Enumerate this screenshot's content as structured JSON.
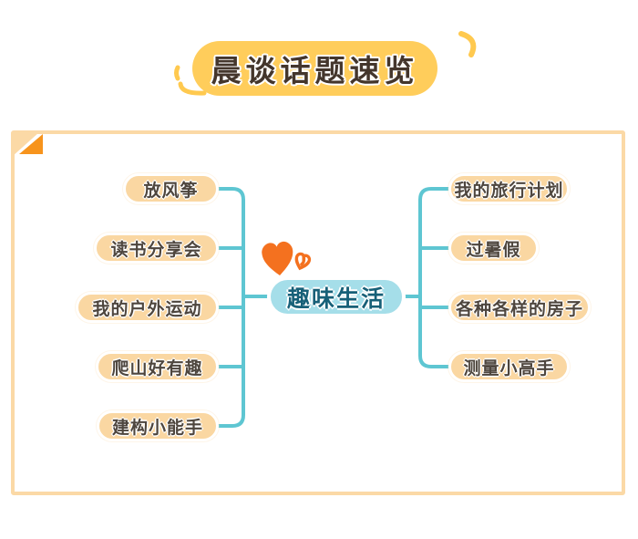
{
  "title": {
    "text": "晨谈话题速览"
  },
  "mindmap": {
    "center": {
      "label": "趣味生活"
    },
    "left_branches": [
      {
        "label": "放风筝"
      },
      {
        "label": "读书分享会"
      },
      {
        "label": "我的户外运动"
      },
      {
        "label": "爬山好有趣"
      },
      {
        "label": "建构小能手"
      }
    ],
    "right_branches": [
      {
        "label": "我的旅行计划"
      },
      {
        "label": "过暑假"
      },
      {
        "label": "各种各样的房子"
      },
      {
        "label": "测量小高手"
      }
    ]
  },
  "icons": {
    "big_heart": "solid-heart",
    "small_heart": "outline-heart",
    "corner": "folded-page-corner",
    "title_decor": "hand-drawn-swoosh"
  },
  "colors": {
    "title_bg": "#FFCD5B",
    "title_text": "#44362C",
    "branch_bg": "#FAD7A2",
    "branch_text": "#4E463E",
    "center_bg": "#A5DEE9",
    "center_text": "#176078",
    "connector": "#5EC6D2",
    "card_border": "#FBD9A6",
    "fold_orange": "#F7941D",
    "heart_orange": "#F4711F",
    "deco_yellow": "#FFC94F"
  }
}
